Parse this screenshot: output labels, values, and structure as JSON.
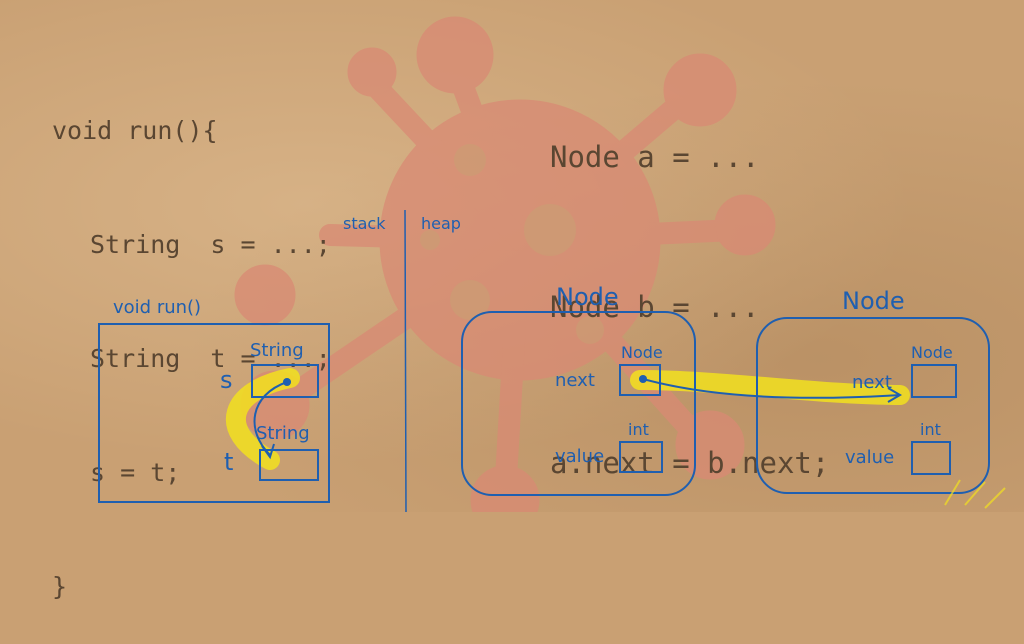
{
  "code_left": {
    "lines": [
      "void run(){",
      "String  s = ...;",
      "String  t = ...;",
      "s = t;",
      "}"
    ]
  },
  "code_right": {
    "lines": [
      "Node a = ...",
      "Node b = ...",
      "a.next = b.next;"
    ]
  },
  "divider": {
    "stack_label": "stack",
    "heap_label": "heap"
  },
  "frame": {
    "title": "void run()",
    "var_s": "s",
    "var_t": "t",
    "type_s": "String",
    "type_t": "String"
  },
  "node_a": {
    "title": "Node",
    "next_label": "next",
    "next_type": "Node",
    "value_label": "value",
    "value_type": "int"
  },
  "node_b": {
    "title": "Node",
    "next_label": "next",
    "next_type": "Node",
    "value_label": "value",
    "value_type": "int"
  },
  "colors": {
    "paper": "#c9a073",
    "ink_brown": "#5a4632",
    "ink_blue": "#1f5fb0",
    "highlight": "#f2e11f",
    "virus": "#d98a74"
  },
  "decorations": [
    "virus-graphic"
  ]
}
